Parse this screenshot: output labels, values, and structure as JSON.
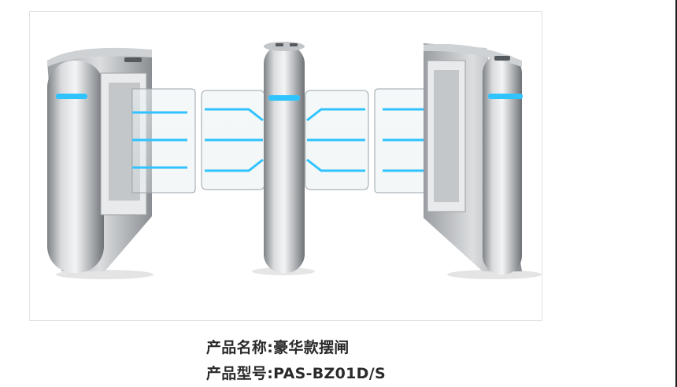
{
  "product": {
    "name_line": "产品名称:豪华款摆闸",
    "model_line": "产品型号:PAS-BZ01D/S"
  },
  "image": {
    "subject": "swing-gate-turnstile",
    "indicator_color": "#2fc3ff",
    "metal_color": "#b9bcc0"
  }
}
